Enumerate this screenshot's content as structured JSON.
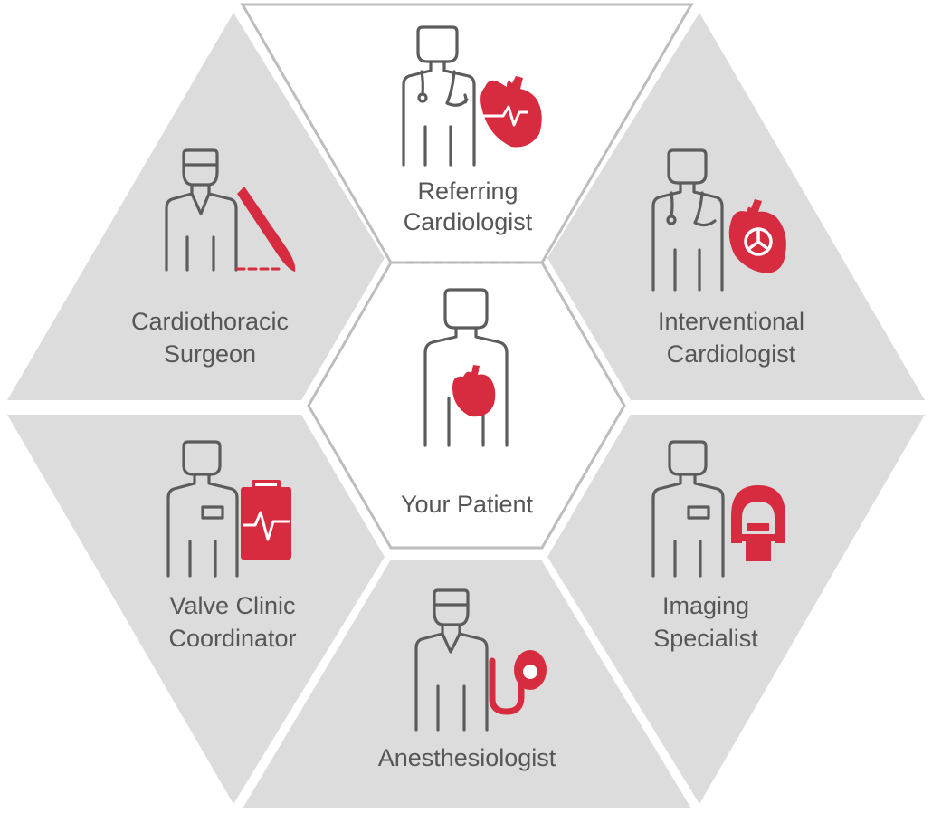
{
  "colors": {
    "segment_fill": "#dcdcdc",
    "segment_outline": "#bdbdbd",
    "icon_line": "#5c5c5c",
    "icon_accent": "#d72b3f",
    "label": "#565656"
  },
  "center": {
    "label": "Your Patient",
    "icon": "patient-heart-icon"
  },
  "segments": [
    {
      "key": "top",
      "lines": [
        "Referring",
        "Cardiologist"
      ],
      "icon": "heart-monitor-icon"
    },
    {
      "key": "upper_right",
      "lines": [
        "Interventional",
        "Cardiologist"
      ],
      "icon": "heart-valve-icon"
    },
    {
      "key": "lower_right",
      "lines": [
        "Imaging",
        "Specialist"
      ],
      "icon": "mri-scanner-icon"
    },
    {
      "key": "bottom",
      "lines": [
        "Anesthesiologist"
      ],
      "icon": "anesthesia-mask-icon"
    },
    {
      "key": "lower_left",
      "lines": [
        "Valve Clinic",
        "Coordinator"
      ],
      "icon": "clipboard-ecg-icon"
    },
    {
      "key": "upper_left",
      "lines": [
        "Cardiothoracic",
        "Surgeon"
      ],
      "icon": "scalpel-icon"
    }
  ]
}
